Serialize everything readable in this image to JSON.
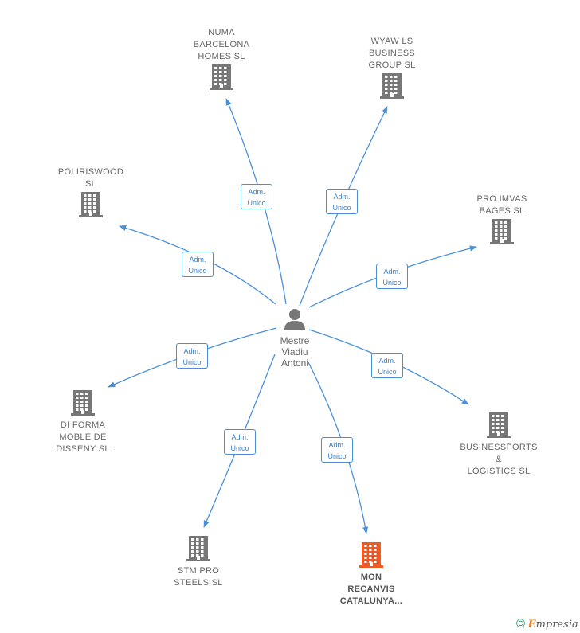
{
  "center": {
    "name": "Mestre\nViadiu\nAntoni",
    "icon": "person-icon"
  },
  "companies": [
    {
      "id": "numa",
      "name": "NUMA\nBARCELONA\nHOMES  SL",
      "icon": "building-icon",
      "color": "#777777"
    },
    {
      "id": "wyaw",
      "name": "WYAW LS\nBUSINESS\nGROUP  SL",
      "icon": "building-icon",
      "color": "#777777"
    },
    {
      "id": "poliriswood",
      "name": "POLIRISWOOD\nSL",
      "icon": "building-icon",
      "color": "#777777"
    },
    {
      "id": "proimvas",
      "name": "PRO IMVAS\nBAGES  SL",
      "icon": "building-icon",
      "color": "#777777"
    },
    {
      "id": "diforma",
      "name": "DI FORMA\nMOBLE DE\nDISSENY  SL",
      "icon": "building-icon",
      "color": "#777777"
    },
    {
      "id": "businessports",
      "name": "BUSINESSPORTS\n&\nLOGISTICS  SL",
      "icon": "building-icon",
      "color": "#777777"
    },
    {
      "id": "stmpro",
      "name": "STM PRO\nSTEELS  SL",
      "icon": "building-icon",
      "color": "#777777"
    },
    {
      "id": "monrecanvis",
      "name": "MON\nRECANVIS\nCATALUNYA...",
      "icon": "building-icon",
      "color": "#f05a24",
      "highlight": true
    }
  ],
  "edges": [
    {
      "to": "numa",
      "label_line1": "Adm.",
      "label_line2": "Unico"
    },
    {
      "to": "wyaw",
      "label_line1": "Adm.",
      "label_line2": "Unico"
    },
    {
      "to": "poliriswood",
      "label_line1": "Adm.",
      "label_line2": "Unico"
    },
    {
      "to": "proimvas",
      "label_line1": "Adm.",
      "label_line2": "Unico"
    },
    {
      "to": "diforma",
      "label_line1": "Adm.",
      "label_line2": "Unico"
    },
    {
      "to": "businessports",
      "label_line1": "Adm.",
      "label_line2": "Unico"
    },
    {
      "to": "stmpro",
      "label_line1": "Adm.",
      "label_line2": "Unico"
    },
    {
      "to": "monrecanvis",
      "label_line1": "Adm.",
      "label_line2": "Unico"
    }
  ],
  "footer": {
    "copyright": "©",
    "brand_initial": "E",
    "brand_rest": "mpresia"
  },
  "colors": {
    "edge": "#4a90d9",
    "building": "#777777",
    "highlight": "#f05a24"
  }
}
